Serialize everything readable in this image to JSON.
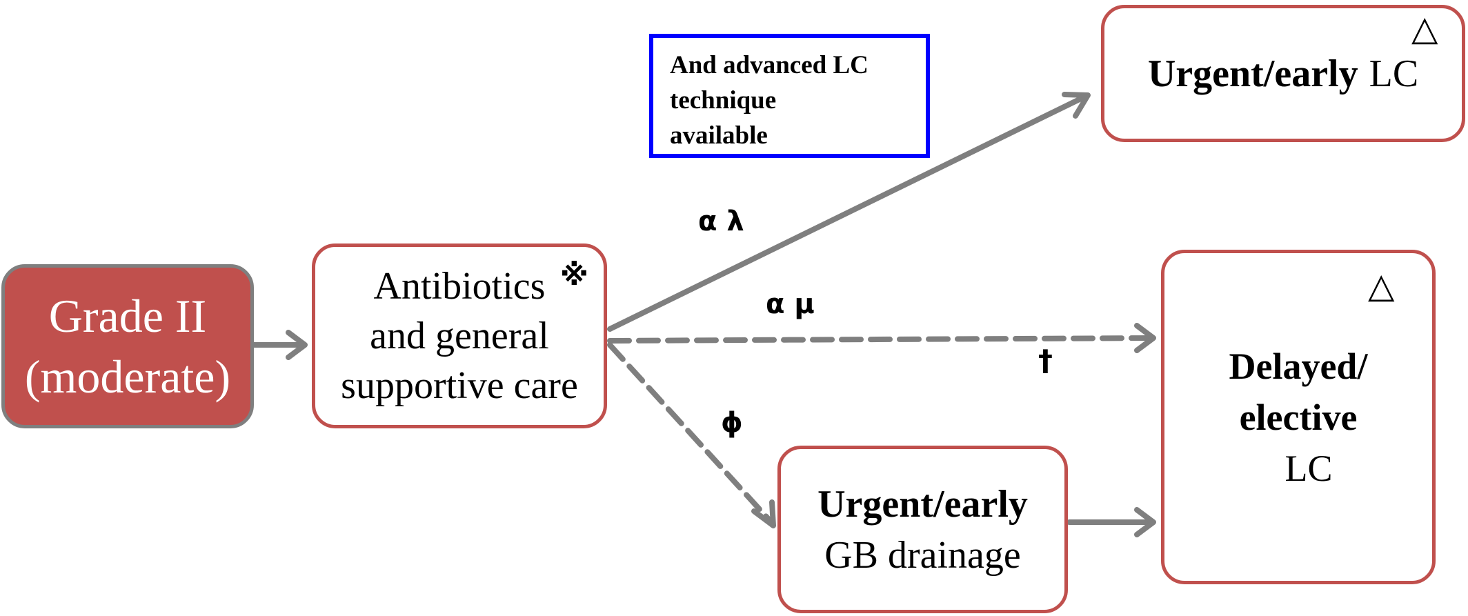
{
  "nodes": {
    "grade": {
      "line1": "Grade II",
      "line2": "(moderate)"
    },
    "antibiotics": {
      "line1": "Antibiotics",
      "line2": "and general",
      "line3": "supportive care",
      "note_mark": "※"
    },
    "urgent_lc": {
      "bold": "Urgent/early",
      "normal": "LC",
      "mark": "△"
    },
    "delayed_lc": {
      "line1": "Delayed/",
      "line2": "elective",
      "line3": "LC",
      "mark": "△"
    },
    "drainage": {
      "bold": "Urgent/early",
      "normal": "GB drainage"
    }
  },
  "callout": {
    "line1": "And advanced LC",
    "line2": "technique",
    "line3": "available"
  },
  "edge_labels": {
    "to_urgent_lc": "α  λ",
    "to_delayed": "α  μ",
    "dagger": "†",
    "to_drainage": "ϕ"
  },
  "colors": {
    "node_border": "#c0504d",
    "grade_fill": "#c0504d",
    "grade_border": "#7f7f7f",
    "arrow": "#7f7f7f",
    "callout_border": "#0000ff"
  }
}
